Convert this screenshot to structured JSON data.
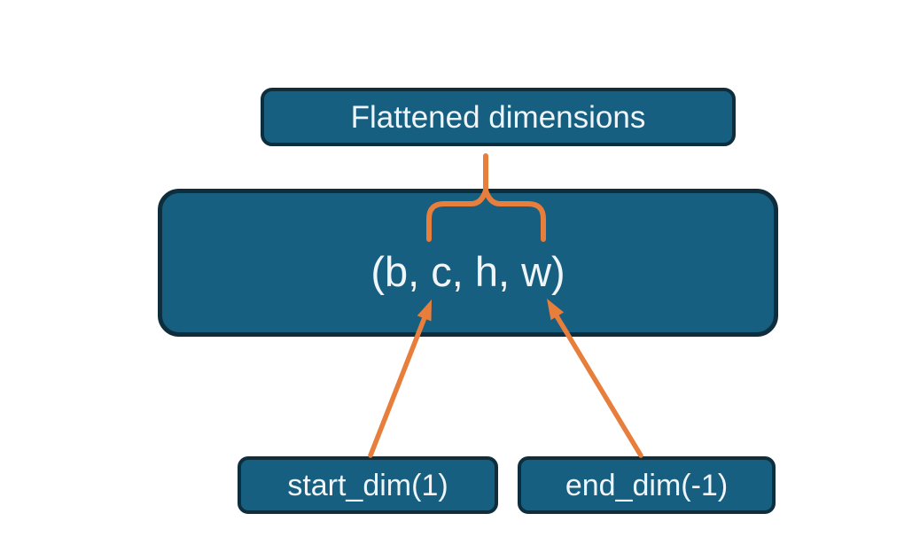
{
  "diagram": {
    "title_box": {
      "label": "Flattened dimensions"
    },
    "tensor_box": {
      "label": "(b, c, h, w)"
    },
    "start_dim_box": {
      "label": "start_dim(1)"
    },
    "end_dim_box": {
      "label": "end_dim(-1)"
    }
  },
  "colors": {
    "box_fill": "#175F80",
    "box_border": "#0E2D3D",
    "annotation_orange": "#E87E3C",
    "text": "#EFF5F8",
    "background": "#FFFFFF"
  }
}
